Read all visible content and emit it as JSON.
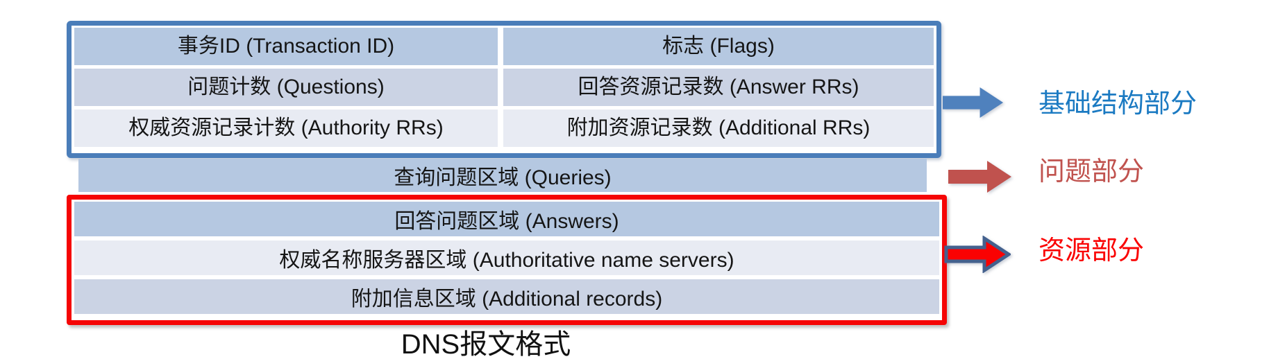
{
  "diagram": {
    "caption": "DNS报文格式",
    "header_section": {
      "rows": [
        {
          "left": "事务ID (Transaction ID)",
          "right": "标志 (Flags)"
        },
        {
          "left": "问题计数 (Questions)",
          "right": "回答资源记录数 (Answer RRs)"
        },
        {
          "left": "权威资源记录计数 (Authority RRs)",
          "right": "附加资源记录数 (Additional RRs)"
        }
      ]
    },
    "queries_row": "查询问题区域 (Queries)",
    "resource_section": {
      "rows": [
        "回答问题区域 (Answers)",
        "权威名称服务器区域 (Authoritative name servers)",
        "附加信息区域 (Additional records)"
      ]
    },
    "annotations": [
      {
        "label": "基础结构部分",
        "arrow": "blue-block-arrow",
        "color": "#1b7ac2"
      },
      {
        "label": "问题部分",
        "arrow": "brick-block-arrow",
        "color": "#c0524e"
      },
      {
        "label": "资源部分",
        "arrow": "red-outlined-block-arrow",
        "color": "#fa0202"
      }
    ],
    "colors": {
      "base_structure_border": "#4a7db9",
      "resource_border": "#f50505",
      "row_fill_dark": "#b5c8e1",
      "row_fill_medium": "#cbd3e4",
      "row_fill_light": "#e8ebf3",
      "arrow_blue": "#4f81bd",
      "arrow_brick": "#c0524e",
      "arrow_red_fill": "#fa0202",
      "arrow_red_outline": "#44618e"
    }
  }
}
